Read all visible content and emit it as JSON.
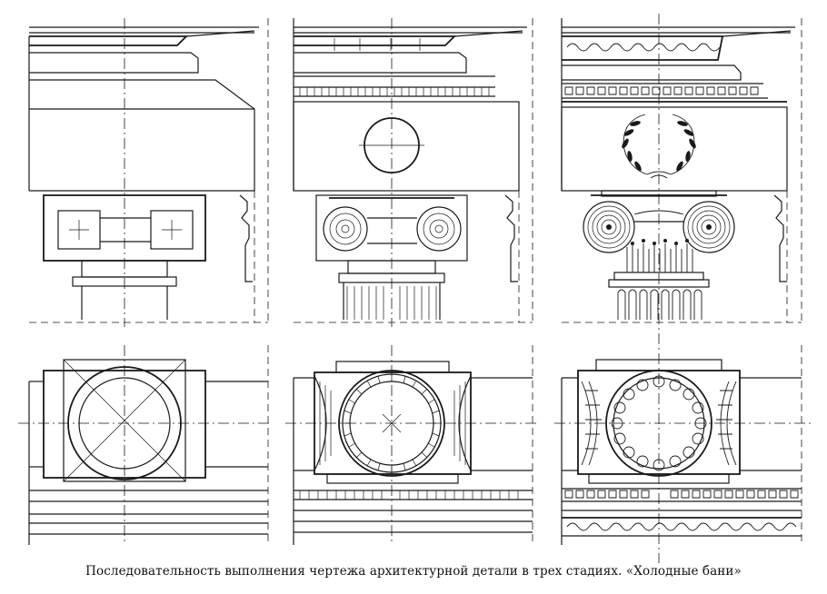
{
  "caption": "Последовательность выполнения чертежа архитектурной детали в трех стадиях. «Холодные бани»",
  "colors": {
    "ink": "#1a1a1a",
    "paper": "#ffffff"
  },
  "stages": [
    {
      "id": "stage-1",
      "column": 1
    },
    {
      "id": "stage-2",
      "column": 2
    },
    {
      "id": "stage-3",
      "column": 3
    }
  ],
  "views": [
    "elevation",
    "plan"
  ]
}
